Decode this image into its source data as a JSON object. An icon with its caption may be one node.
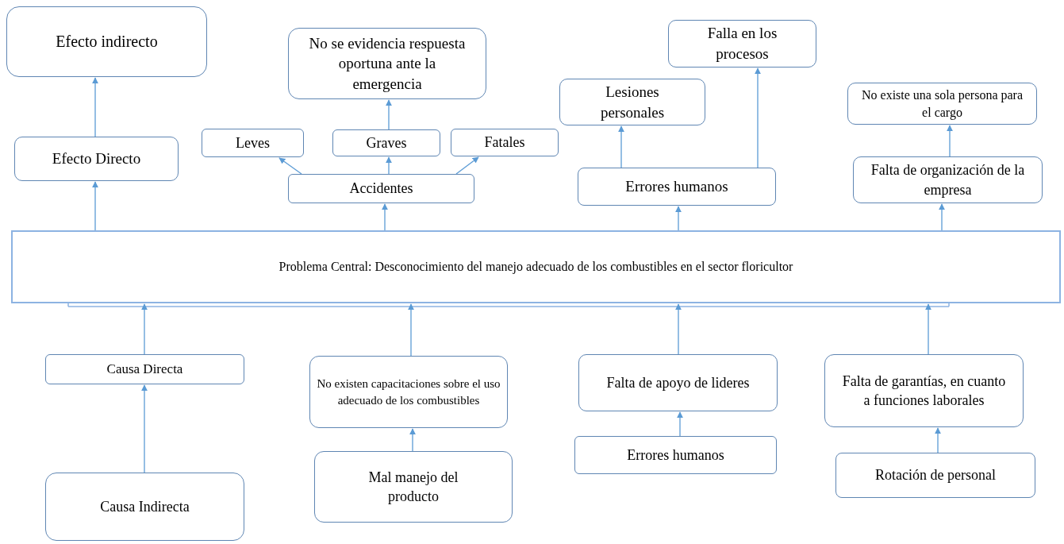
{
  "diagram": {
    "nodes": [
      {
        "text": [
          "Efecto indirecto"
        ]
      },
      {
        "text": [
          "No se evidencia respuesta oportuna ante la emergencia"
        ]
      },
      {
        "text": [
          "Falla en los procesos"
        ]
      },
      {
        "text": [
          "Lesiones personales"
        ]
      },
      {
        "text": [
          "No existe una sola persona para el cargo"
        ]
      },
      {
        "text": [
          "Efecto Directo"
        ]
      },
      {
        "text": [
          "Leves"
        ]
      },
      {
        "text": [
          "Graves"
        ]
      },
      {
        "text": [
          "Fatales"
        ]
      },
      {
        "text": [
          "Accidentes"
        ]
      },
      {
        "text": [
          "Errores humanos"
        ]
      },
      {
        "text": [
          "Falta de organización de la empresa"
        ]
      },
      {
        "text": [
          "Problema Central: Desconocimiento del manejo adecuado de los combustibles en el sector floricultor"
        ]
      },
      {
        "text": [
          "Causa Directa"
        ]
      },
      {
        "text": [
          "No existen capacitaciones sobre el uso adecuado de los combustibles"
        ]
      },
      {
        "text": [
          "Falta de apoyo de lideres"
        ]
      },
      {
        "text": [
          "Falta de garantías, en cuanto a funciones laborales"
        ]
      },
      {
        "text": [
          "Causa Indirecta"
        ]
      },
      {
        "text": [
          "Mal manejo del producto"
        ]
      },
      {
        "text": [
          "Errores humanos"
        ]
      },
      {
        "text": [
          "Rotación de personal"
        ]
      }
    ],
    "edges": [
      {
        "from": 12,
        "to": 5,
        "arrow": "to"
      },
      {
        "from": 5,
        "to": 0,
        "arrow": "to"
      },
      {
        "from": 12,
        "to": 9,
        "arrow": "to"
      },
      {
        "from": 9,
        "to": 6,
        "arrow": "to"
      },
      {
        "from": 9,
        "to": 7,
        "arrow": "to"
      },
      {
        "from": 9,
        "to": 8,
        "arrow": "to"
      },
      {
        "from": 7,
        "to": 1,
        "arrow": "to"
      },
      {
        "from": 12,
        "to": 10,
        "arrow": "to"
      },
      {
        "from": 10,
        "to": 3,
        "arrow": "to"
      },
      {
        "from": 10,
        "to": 2,
        "arrow": "to"
      },
      {
        "from": 12,
        "to": 11,
        "arrow": "to"
      },
      {
        "from": 11,
        "to": 4,
        "arrow": "to"
      },
      {
        "from": 13,
        "to": 12,
        "arrow": "to"
      },
      {
        "from": 14,
        "to": 12,
        "arrow": "to"
      },
      {
        "from": 15,
        "to": 12,
        "arrow": "to"
      },
      {
        "from": 16,
        "to": 12,
        "arrow": "to"
      },
      {
        "from": 17,
        "to": 13,
        "arrow": "to"
      },
      {
        "from": 18,
        "to": 14,
        "arrow": "to"
      },
      {
        "from": 19,
        "to": 15,
        "arrow": "to"
      },
      {
        "from": 20,
        "to": 16,
        "arrow": "to"
      }
    ]
  }
}
